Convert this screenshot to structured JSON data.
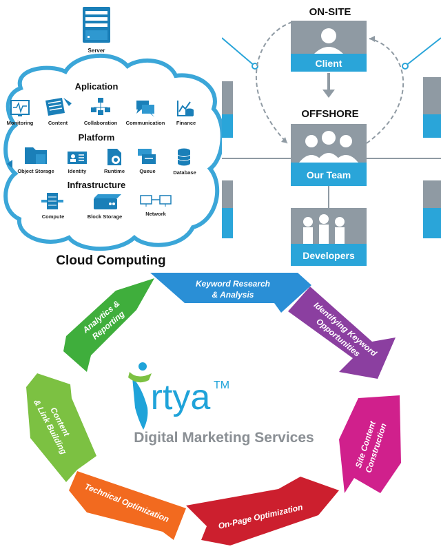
{
  "cloud": {
    "server_label": "Server",
    "sections": {
      "application": "Aplication",
      "platform": "Platform",
      "infrastructure": "Infrastructure"
    },
    "application_items": [
      "Monitoring",
      "Content",
      "Collaboration",
      "Communication",
      "Finance"
    ],
    "platform_items": [
      "Object Storage",
      "Identity",
      "Runtime",
      "Queue",
      "Database"
    ],
    "infrastructure_items": [
      "Compute",
      "Block Storage",
      "Network"
    ],
    "caption": "Cloud Computing",
    "colors": {
      "cloud_stroke": "#3ba6d8",
      "icon": "#1a7fb8"
    }
  },
  "offshore": {
    "onsite_label": "ON-SITE",
    "client_label": "Client",
    "offshore_label": "OFFSHORE",
    "team_label": "Our Team",
    "developers_label": "Developers",
    "colors": {
      "box_top": "#8f9aa3",
      "box_band": "#2aa5d9"
    }
  },
  "seo": {
    "brand": "rtya",
    "tm": "TM",
    "tagline": "Digital Marketing Services",
    "steps": [
      {
        "label_lines": [
          "Keyword Research",
          "& Analysis"
        ],
        "color": "#2a8fd6"
      },
      {
        "label_lines": [
          "Identifying Keyword",
          "Opportunities"
        ],
        "color": "#8b3fa0"
      },
      {
        "label_lines": [
          "Site Content",
          "Construction"
        ],
        "color": "#d0208c"
      },
      {
        "label_lines": [
          "On-Page Optimization"
        ],
        "color": "#cc1f2e"
      },
      {
        "label_lines": [
          "Technical Optimization"
        ],
        "color": "#f26a1f"
      },
      {
        "label_lines": [
          "Content",
          "& Link Building"
        ],
        "color": "#7cc142"
      },
      {
        "label_lines": [
          "Analytics &",
          "Reporting"
        ],
        "color": "#3fae3c"
      }
    ],
    "colors": {
      "brand": "#1fa3d9",
      "tagline": "#8a8f94"
    }
  }
}
